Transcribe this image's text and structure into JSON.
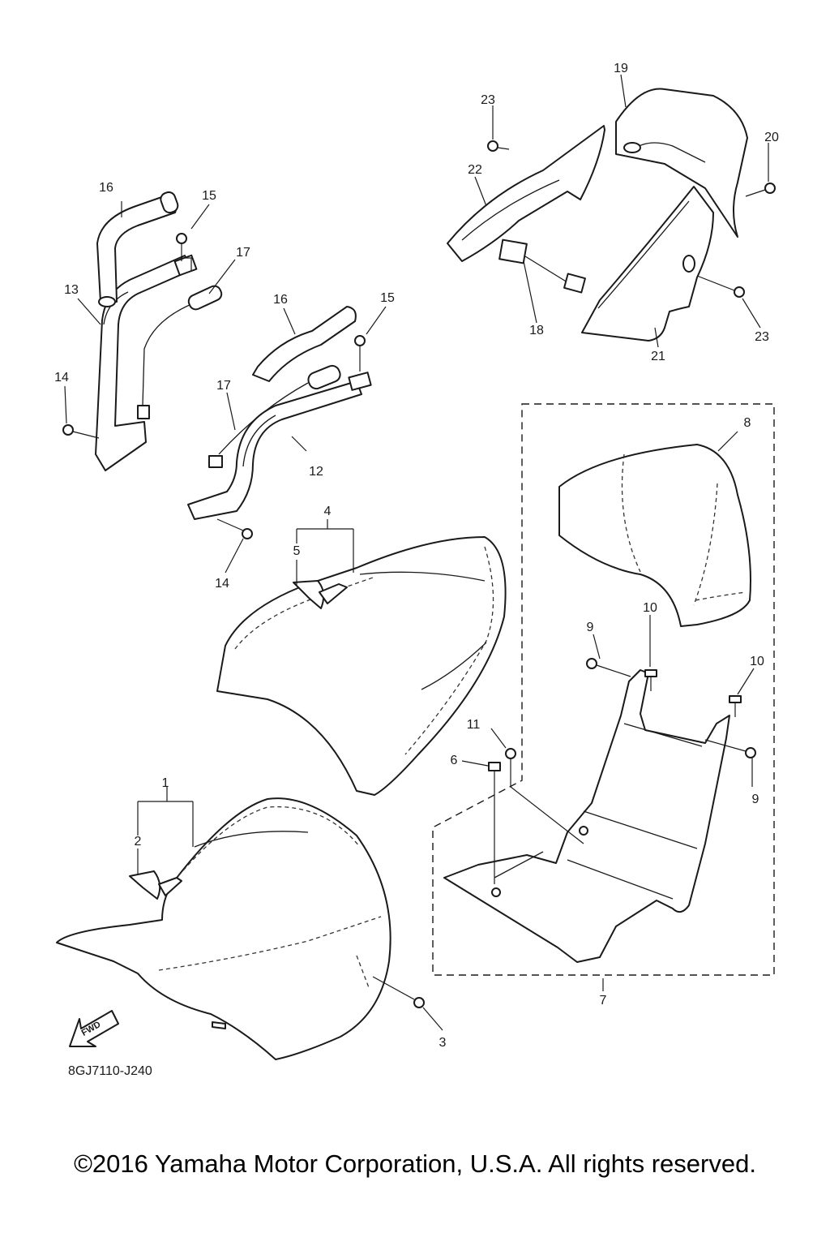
{
  "callouts": {
    "c1": "1",
    "c2": "2",
    "c3": "3",
    "c4": "4",
    "c5": "5",
    "c6": "6",
    "c7": "7",
    "c8": "8",
    "c9a": "9",
    "c9b": "9",
    "c10a": "10",
    "c10b": "10",
    "c11": "11",
    "c12": "12",
    "c13": "13",
    "c14a": "14",
    "c14b": "14",
    "c15a": "15",
    "c15b": "15",
    "c16a": "16",
    "c16b": "16",
    "c17a": "17",
    "c17b": "17",
    "c18": "18",
    "c19": "19",
    "c20": "20",
    "c21": "21",
    "c22": "22",
    "c23a": "23",
    "c23b": "23"
  },
  "fwd_label": "FWD",
  "diagram_code": "8GJ7110-J240",
  "copyright": "©2016 Yamaha Motor Corporation, U.S.A. All rights reserved."
}
